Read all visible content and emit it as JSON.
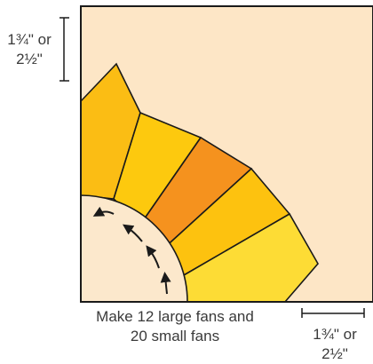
{
  "dimension_top_left": {
    "line1": "1¾\" or",
    "line2": "2½\""
  },
  "dimension_bottom_right": {
    "line1": "1¾\" or",
    "line2": "2½\""
  },
  "caption": {
    "line1": "Make 12 large fans and",
    "line2": "20 small fans"
  },
  "colors": {
    "background_square": "#fde6c6",
    "center_circle": "#fce8cc",
    "outline": "#1a1a1a",
    "blade_colors": [
      "#fbbd14",
      "#fdc90e",
      "#f5921e",
      "#fdc20f",
      "#fddc35"
    ]
  },
  "icons": [
    "arrow-up-icon",
    "curve-arrow-icon"
  ]
}
